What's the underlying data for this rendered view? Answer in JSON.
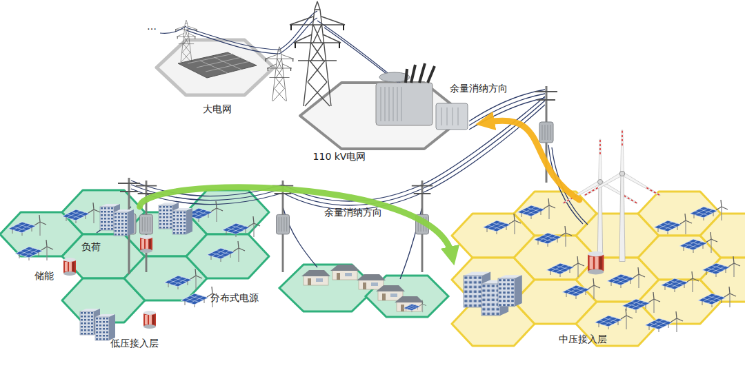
{
  "diagram": {
    "nodes": [
      {
        "text": [
          "大电网"
        ]
      },
      {
        "text": [
          "110 kV电网"
        ]
      },
      {
        "text": [
          "低压接入层"
        ]
      },
      {
        "text": [
          "中压接入层"
        ]
      }
    ],
    "edges": [
      {
        "from": 2,
        "to": 3,
        "arrow": "to",
        "label": "余量消纳方向"
      },
      {
        "from": 3,
        "to": 1,
        "arrow": "to",
        "label": "余量消纳方向"
      }
    ],
    "labels": [
      "…",
      "负荷",
      "储能",
      "分布式电源"
    ]
  }
}
